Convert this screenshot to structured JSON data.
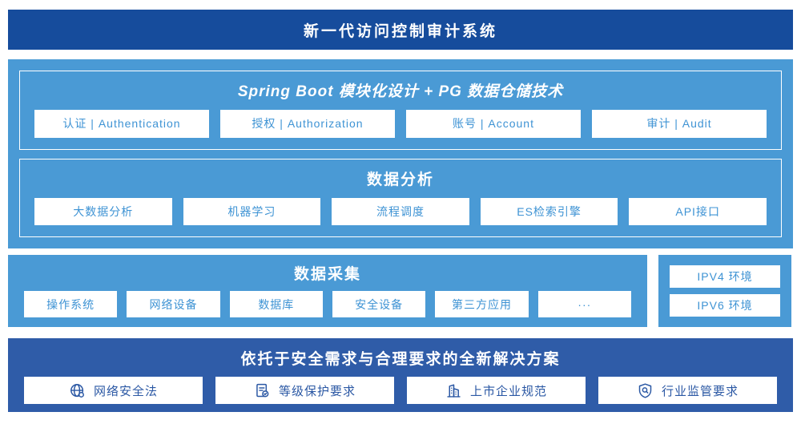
{
  "colors": {
    "banner_blue": "#164c9c",
    "panel_blue": "#4a9ad5",
    "solution_blue": "#2f5ca8",
    "box_text_blue": "#3e93d4",
    "solution_text_blue": "#2b58a4"
  },
  "banner": {
    "title": "新一代访问控制审计系统"
  },
  "platform": {
    "spring": {
      "title": "Spring Boot 模块化设计 + PG 数据仓储技术",
      "items": [
        "认证 | Authentication",
        "授权 | Authorization",
        "账号 | Account",
        "审计 | Audit"
      ]
    },
    "analysis": {
      "title": "数据分析",
      "items": [
        "大数据分析",
        "机器学习",
        "流程调度",
        "ES检索引擎",
        "API接口"
      ]
    }
  },
  "collection": {
    "title": "数据采集",
    "items": [
      "操作系统",
      "网络设备",
      "数据库",
      "安全设备",
      "第三方应用",
      "···"
    ]
  },
  "network": {
    "items": [
      "IPV4 环境",
      "IPV6 环境"
    ]
  },
  "solution": {
    "title": "依托于安全需求与合理要求的全新解决方案",
    "items": [
      {
        "icon": "globe-icon",
        "label": "网络安全法"
      },
      {
        "icon": "document-check-icon",
        "label": "等级保护要求"
      },
      {
        "icon": "building-icon",
        "label": "上市企业规范"
      },
      {
        "icon": "shield-search-icon",
        "label": "行业监管要求"
      }
    ]
  }
}
